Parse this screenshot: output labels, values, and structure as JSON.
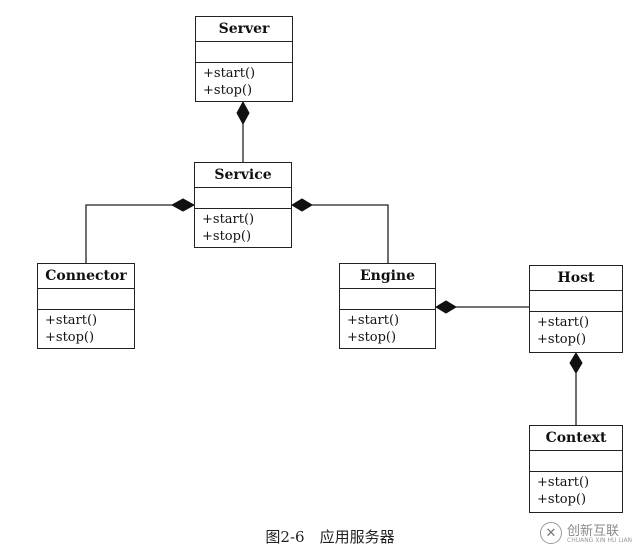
{
  "classes": [
    {
      "name": "Server",
      "operations": [
        "+start()",
        "+stop()"
      ]
    },
    {
      "name": "Service",
      "operations": [
        "+start()",
        "+stop()"
      ]
    },
    {
      "name": "Connector",
      "operations": [
        "+start()",
        "+stop()"
      ]
    },
    {
      "name": "Engine",
      "operations": [
        "+start()",
        "+stop()"
      ]
    },
    {
      "name": "Host",
      "operations": [
        "+start()",
        "+stop()"
      ]
    },
    {
      "name": "Context",
      "operations": [
        "+start()",
        "+stop()"
      ]
    }
  ],
  "relationships": [
    {
      "type": "composition",
      "whole": "Server",
      "part": "Service"
    },
    {
      "type": "composition",
      "whole": "Service",
      "part": "Connector"
    },
    {
      "type": "composition",
      "whole": "Service",
      "part": "Engine"
    },
    {
      "type": "composition",
      "whole": "Engine",
      "part": "Host"
    },
    {
      "type": "composition",
      "whole": "Host",
      "part": "Context"
    }
  ],
  "caption": "图2-6　应用服务器",
  "watermark": {
    "brand": "创新互联",
    "icon_glyph": "✕",
    "icon": "logo-icon"
  },
  "colors": {
    "line": "#222222",
    "background": "#ffffff"
  }
}
